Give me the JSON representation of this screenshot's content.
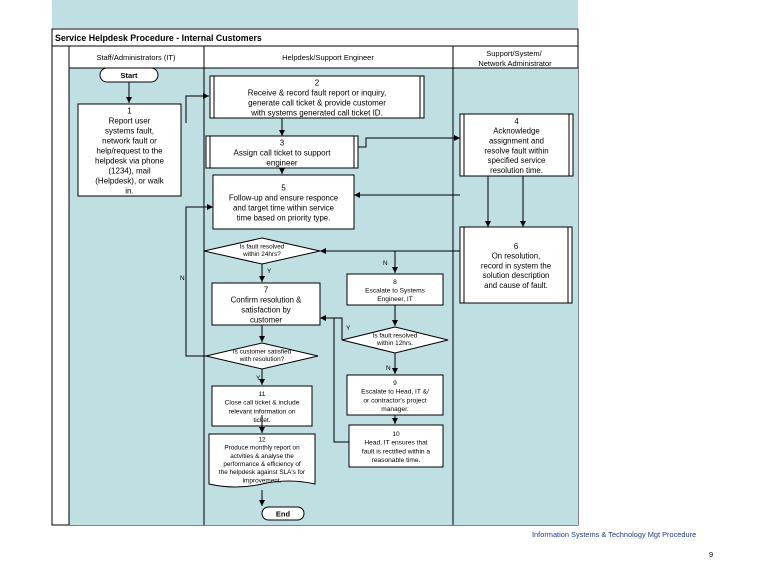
{
  "title": "Service Helpdesk Procedure - Internal Customers",
  "lanes": [
    "Staff/Administrators (IT)",
    "Helpdesk/Support Engineer",
    "Support/System/Network Administrator"
  ],
  "terminals": {
    "start": "Start",
    "end": "End"
  },
  "steps": [
    {
      "num": "1",
      "lines": [
        "Report user",
        "systems fault,",
        "network fault or",
        "help/request to the",
        "helpdesk via phone",
        "(1234), mail",
        "(Helpdesk), or walk",
        "in."
      ]
    },
    {
      "num": "2",
      "lines": [
        "Receive & record fault report or inquiry,",
        "generate call ticket & provide customer",
        "with systems generated call ticket ID."
      ]
    },
    {
      "num": "3",
      "lines": [
        "Assign call ticket to support",
        "engineer"
      ]
    },
    {
      "num": "4",
      "lines": [
        "Acknowledge",
        "assignment and",
        "resolve fault within",
        "specified service",
        "resolution time."
      ]
    },
    {
      "num": "5",
      "lines": [
        "Follow-up and ensure responce",
        "and target time within service",
        "time based on priority type."
      ]
    },
    {
      "num": "6",
      "lines": [
        "On resolution,",
        "record in system the",
        "solution description",
        "and cause of fault."
      ]
    },
    {
      "num": "7",
      "lines": [
        "Confirm resolution &",
        "satisfaction by",
        "customer"
      ]
    },
    {
      "num": "8",
      "lines": [
        "Escalate to Systems",
        "Engineer, IT"
      ]
    },
    {
      "num": "9",
      "lines": [
        "Escalate to Head, IT &/",
        "or contractor's project",
        "manager."
      ]
    },
    {
      "num": "10",
      "lines": [
        "Head, IT ensures that",
        "fault is rectified within a",
        "reasonable time."
      ]
    },
    {
      "num": "11",
      "lines": [
        "Close call ticket & include",
        "relevant information on",
        "ticket."
      ]
    },
    {
      "num": "12",
      "lines": [
        "Produce monthly report on",
        "actvities & analyse the",
        "performance & efficiency of",
        "the helpdesk against SLA's for",
        "improvement."
      ]
    }
  ],
  "decisions": [
    {
      "lines": [
        "Is fault resolved",
        "within 24hrs?"
      ]
    },
    {
      "lines": [
        "Is customer satisfied",
        "with resolution?"
      ]
    },
    {
      "lines": [
        "Is fault resolved",
        "within 12hrs."
      ]
    }
  ],
  "branch_labels": {
    "yes": "Y",
    "no": "N"
  },
  "footer": "Information Systems & Technology Mgt Procedure",
  "page_number": "9",
  "colors": {
    "background": "#bfdfe3",
    "line": "#000000",
    "box": "#ffffff"
  }
}
